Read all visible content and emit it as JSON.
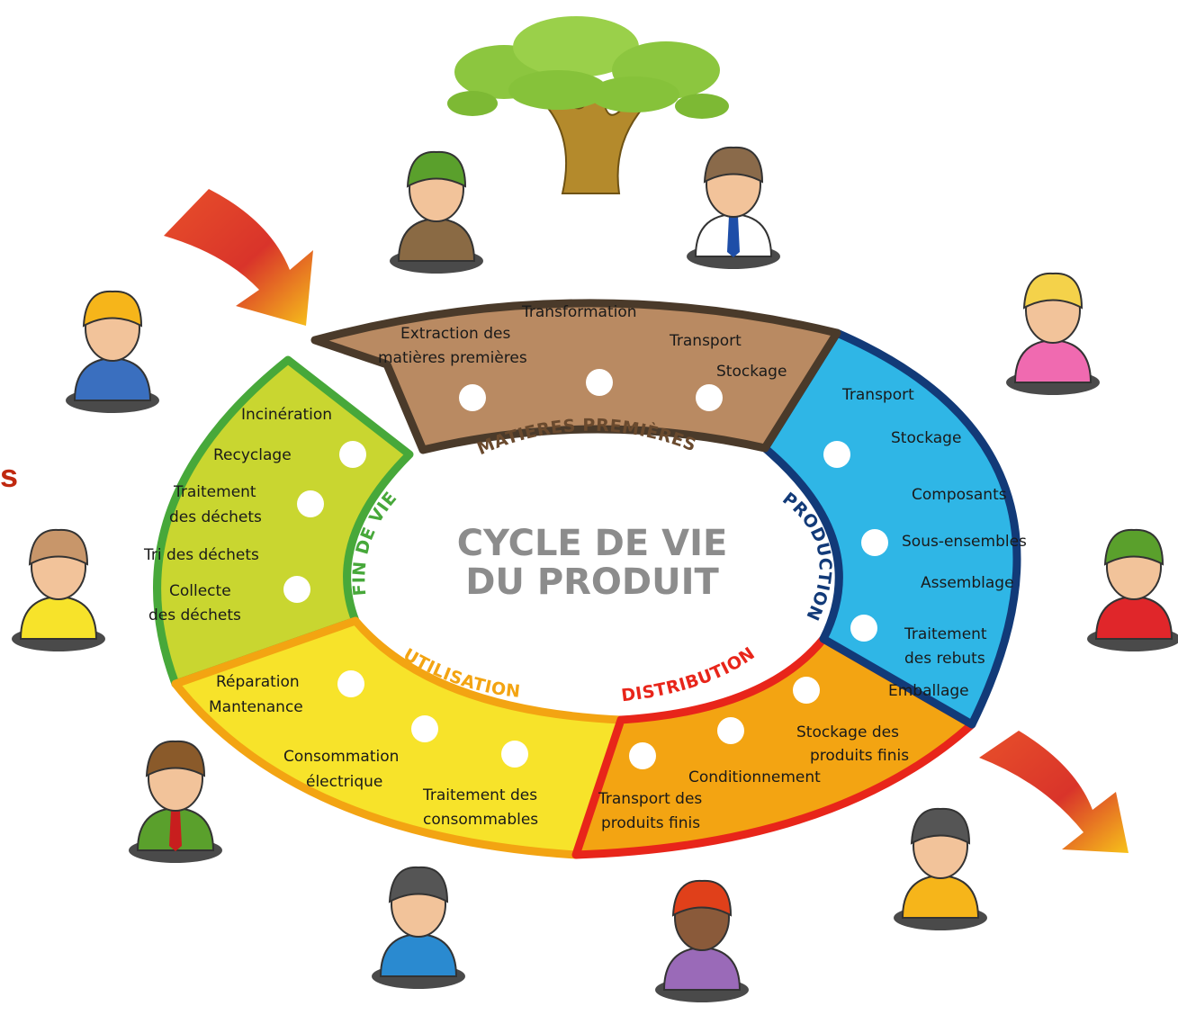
{
  "colors": {
    "matieres": "#b98a62",
    "matieres_border": "#4a3a2a",
    "production": "#2fb6e6",
    "production_border": "#123a78",
    "distribution": "#f3a412",
    "distribution_border": "#e8251a",
    "utilisation": "#f7e32a",
    "utilisation_border": "#f3a412",
    "fin_de_vie": "#c9d630",
    "fin_de_vie_border": "#47a83a",
    "center_text": "#8c8c8c",
    "arrow": "#e86020"
  },
  "side_text": "s",
  "center": {
    "line1": "CYCLE DE VIE",
    "line2": "DU PRODUIT"
  },
  "sections": {
    "matieres": {
      "title": "MATIERES PREMIÈRES",
      "items": [
        "Transformation",
        "Extraction des",
        "matières premières",
        "Transport",
        "Stockage"
      ]
    },
    "production": {
      "title": "PRODUCTION",
      "items": [
        "Transport",
        "Stockage",
        "Composants",
        "Sous-ensembles",
        "Assemblage",
        "Traitement",
        "des rebuts",
        "Emballage"
      ]
    },
    "distribution": {
      "title": "DISTRIBUTION",
      "items": [
        "Stockage des",
        "produits finis",
        "Conditionnement",
        "Transport des",
        "produits finis"
      ]
    },
    "utilisation": {
      "title": "UTILISATION",
      "items": [
        "Réparation",
        "Mantenance",
        "Consommation",
        "électrique",
        "Traitement des",
        "consommables"
      ]
    },
    "fin_de_vie": {
      "title": "FIN DE VIE",
      "items": [
        "Incinération",
        "Recyclage",
        "Traitement",
        "des déchets",
        "Tri des déchets",
        "Collecte",
        "des déchets"
      ]
    }
  },
  "icons": [
    "tree-icon",
    "person-icon",
    "arrow-icon"
  ]
}
